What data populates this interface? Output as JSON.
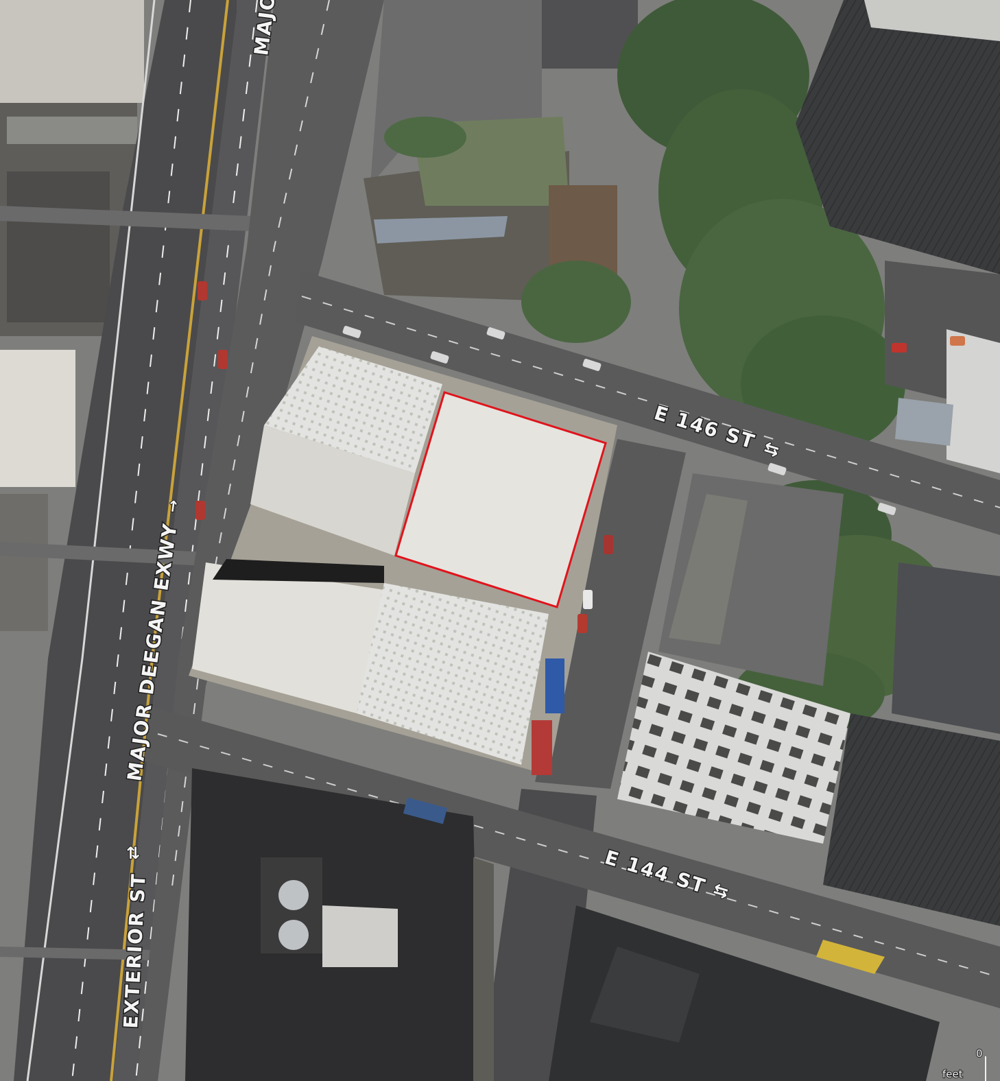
{
  "map": {
    "type": "aerial-imagery",
    "highlight_color": "#e0141c"
  },
  "labels": {
    "major_top": "MAJO",
    "major_deegan": "MAJOR DEEGAN EXWY",
    "exterior_st": "EXTERIOR ST",
    "e146": "E 146 ST",
    "e144": "E 144 ST",
    "two_way_arrow": "⇆",
    "two_way_arrow_vertical": "⇅",
    "one_way_arrow": "→"
  },
  "scale": {
    "zero": "0",
    "unit": "feet"
  }
}
